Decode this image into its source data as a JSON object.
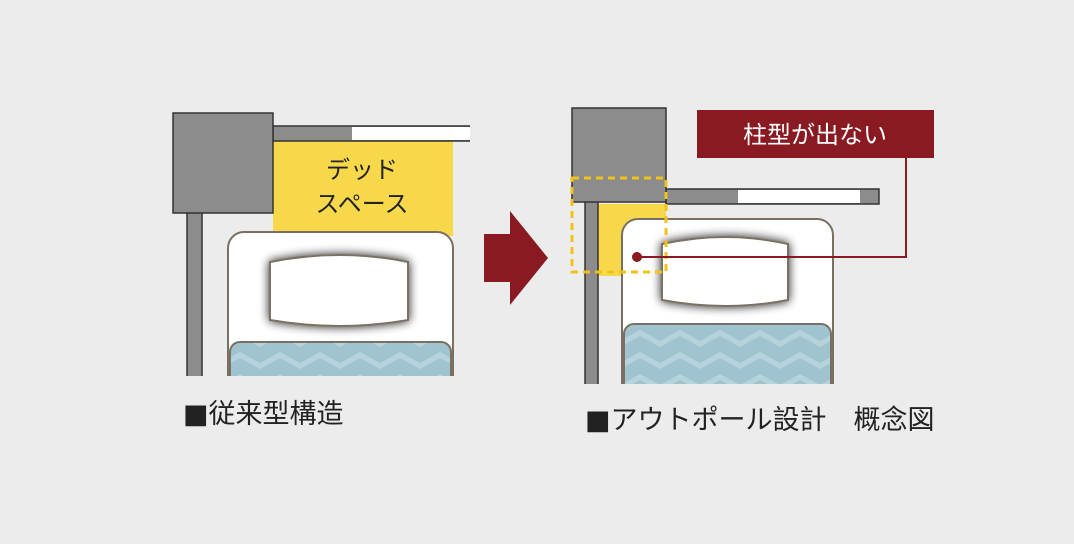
{
  "left": {
    "caption": "■従来型構造",
    "dead_space_line1": "デッド",
    "dead_space_line2": "スペース"
  },
  "right": {
    "caption": "■アウトポール設計　概念図",
    "callout": "柱型が出ない"
  },
  "colors": {
    "background": "#ececec",
    "pillar": "#8c8c8c",
    "outline": "#333333",
    "highlight_yellow": "#f6d84a",
    "accent_red": "#8a1a22",
    "bed_cover": "#9fc3cf",
    "bed_frame": "#ffffff"
  },
  "icons": [
    "arrow-right-icon",
    "dashed-frame-icon"
  ]
}
